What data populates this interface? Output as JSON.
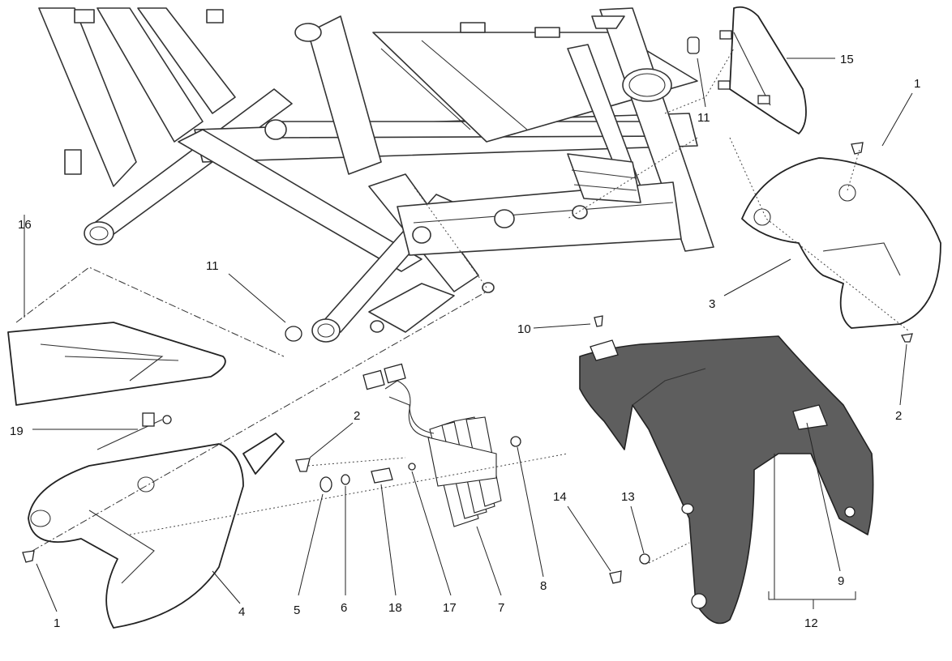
{
  "callouts": [
    {
      "id": "c1a",
      "text": "1"
    },
    {
      "id": "c1b",
      "text": "1"
    },
    {
      "id": "c2a",
      "text": "2"
    },
    {
      "id": "c2b",
      "text": "2"
    },
    {
      "id": "c3",
      "text": "3"
    },
    {
      "id": "c4",
      "text": "4"
    },
    {
      "id": "c5",
      "text": "5"
    },
    {
      "id": "c6",
      "text": "6"
    },
    {
      "id": "c7",
      "text": "7"
    },
    {
      "id": "c8",
      "text": "8"
    },
    {
      "id": "c9",
      "text": "9"
    },
    {
      "id": "c10",
      "text": "10"
    },
    {
      "id": "c11a",
      "text": "11"
    },
    {
      "id": "c11b",
      "text": "11"
    },
    {
      "id": "c12",
      "text": "12"
    },
    {
      "id": "c13",
      "text": "13"
    },
    {
      "id": "c14",
      "text": "14"
    },
    {
      "id": "c15",
      "text": "15"
    },
    {
      "id": "c16",
      "text": "16"
    },
    {
      "id": "c17",
      "text": "17"
    },
    {
      "id": "c18",
      "text": "18"
    },
    {
      "id": "c19",
      "text": "19"
    }
  ],
  "colors": {
    "line": "#222222",
    "dark_part": "#5e5e5e",
    "background": "#ffffff"
  }
}
